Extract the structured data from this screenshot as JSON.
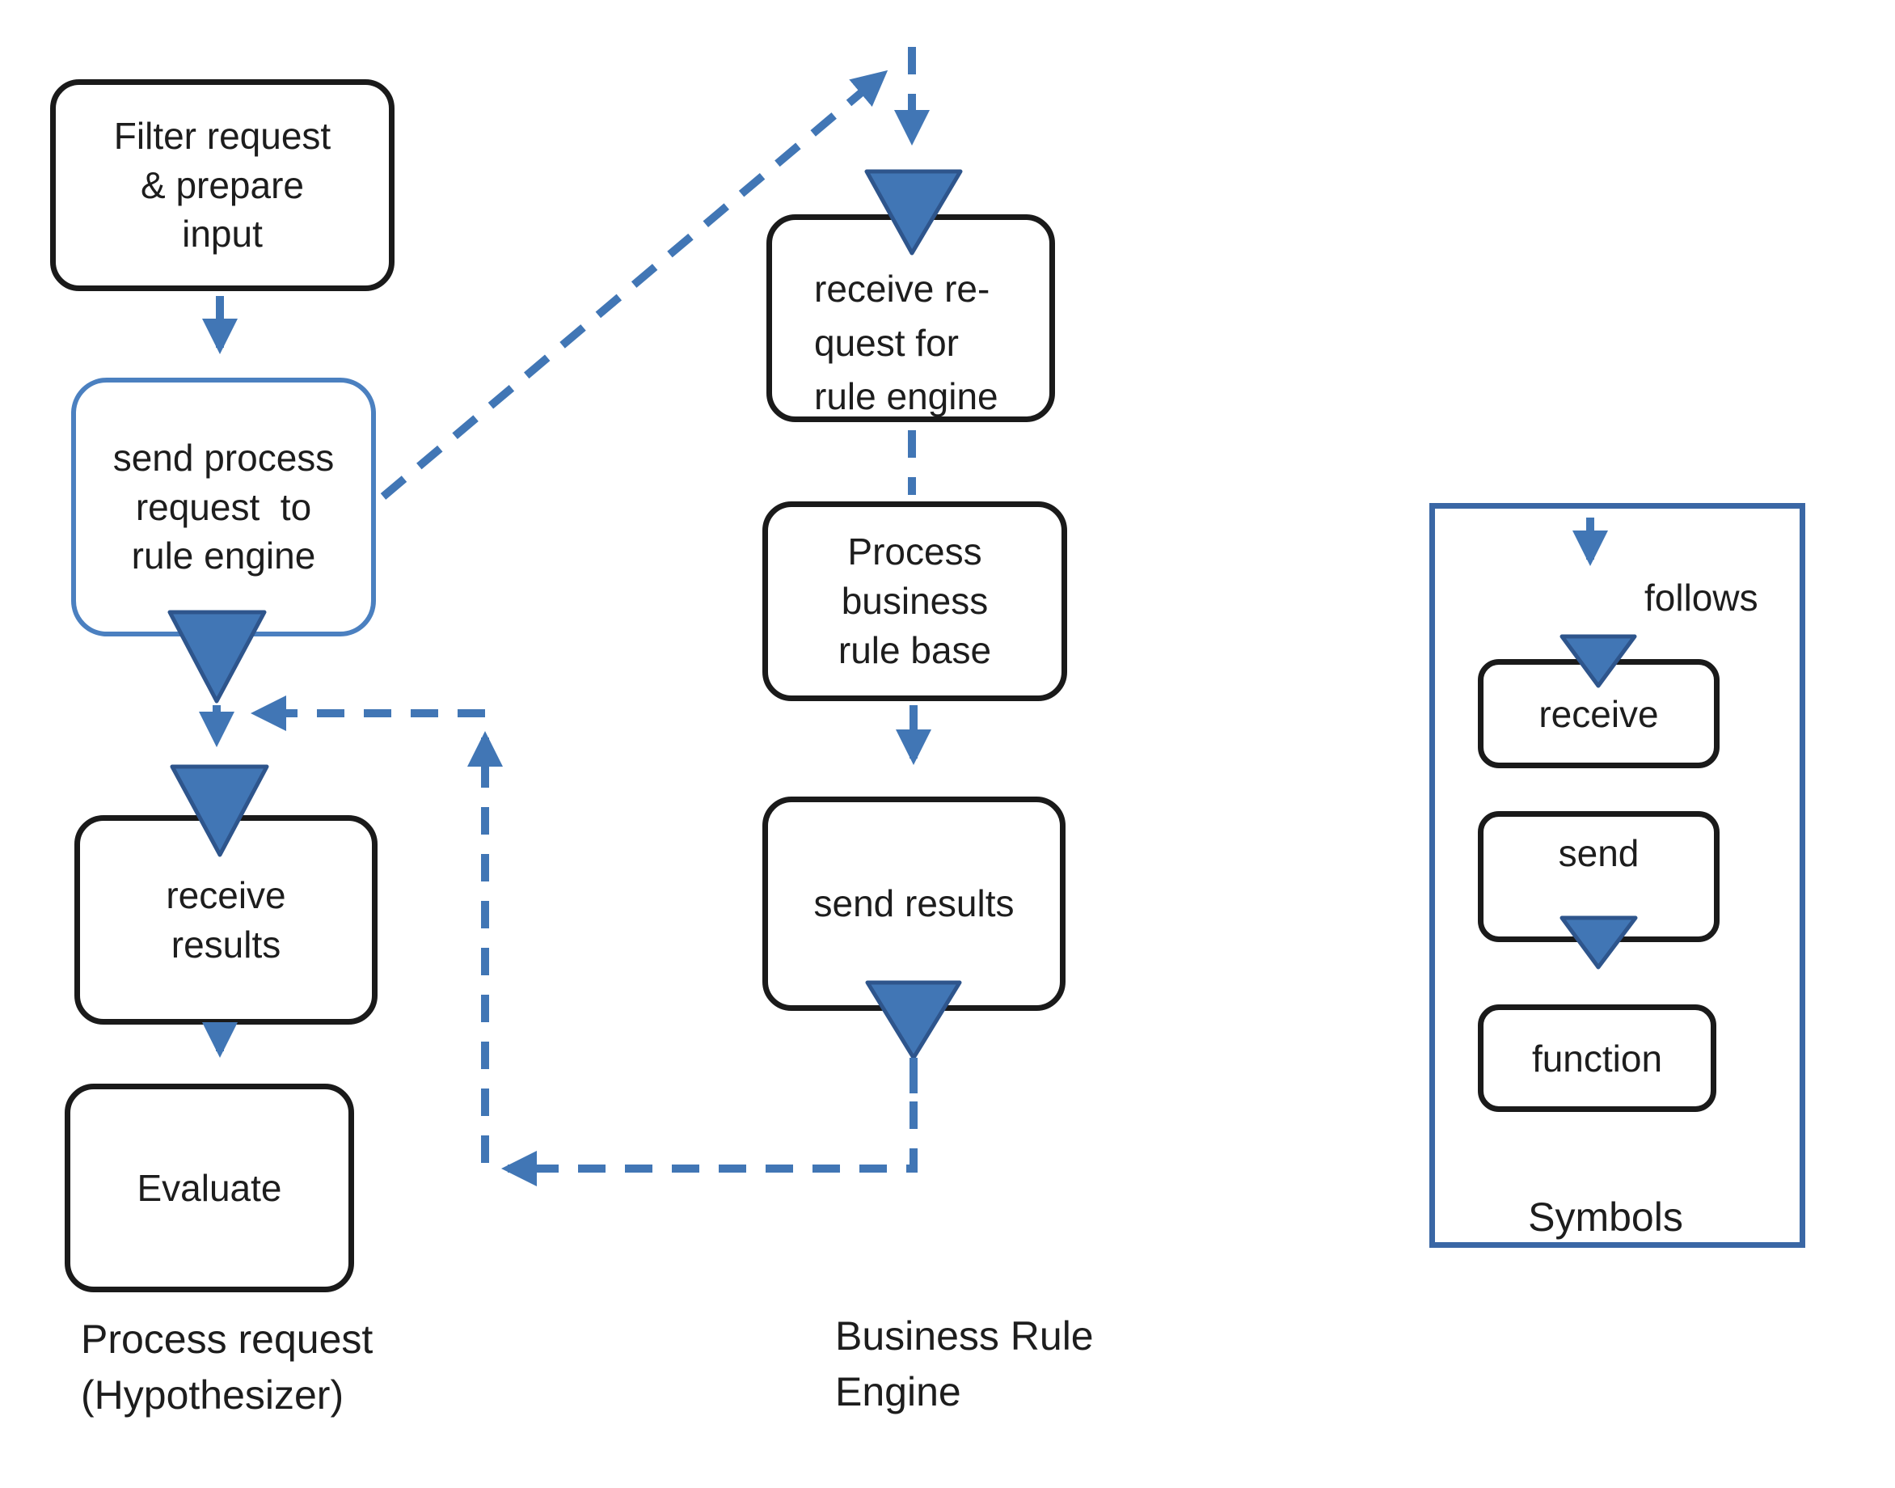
{
  "diagram_title": "Hypothesizer and Business Rule Engine message flow",
  "colors": {
    "accent_blue": "#4176b5",
    "accent_blue_dark": "#2e558c",
    "send_box_border": "#4b80c0",
    "legend_border": "#3a67a5",
    "flow_box_border": "#1a1a1a"
  },
  "nodes": {
    "filter": {
      "label": "Filter request\n& prepare\ninput"
    },
    "send_request": {
      "label": "send process\nrequest  to\nrule engine"
    },
    "receive_results": {
      "label": "receive\nresults"
    },
    "evaluate": {
      "label": "Evaluate"
    },
    "receive_request": {
      "label": "receive re-\nquest for\nrule engine"
    },
    "process_rules": {
      "label": "Process\nbusiness\nrule base"
    },
    "send_results": {
      "label": "send results"
    }
  },
  "captions": {
    "hypothesizer": "Process request\n(Hypothesizer)",
    "rule_engine": "Business Rule\nEngine"
  },
  "legend": {
    "follows": "follows",
    "receive": "receive",
    "send": "send",
    "function": "function",
    "title": "Symbols"
  }
}
